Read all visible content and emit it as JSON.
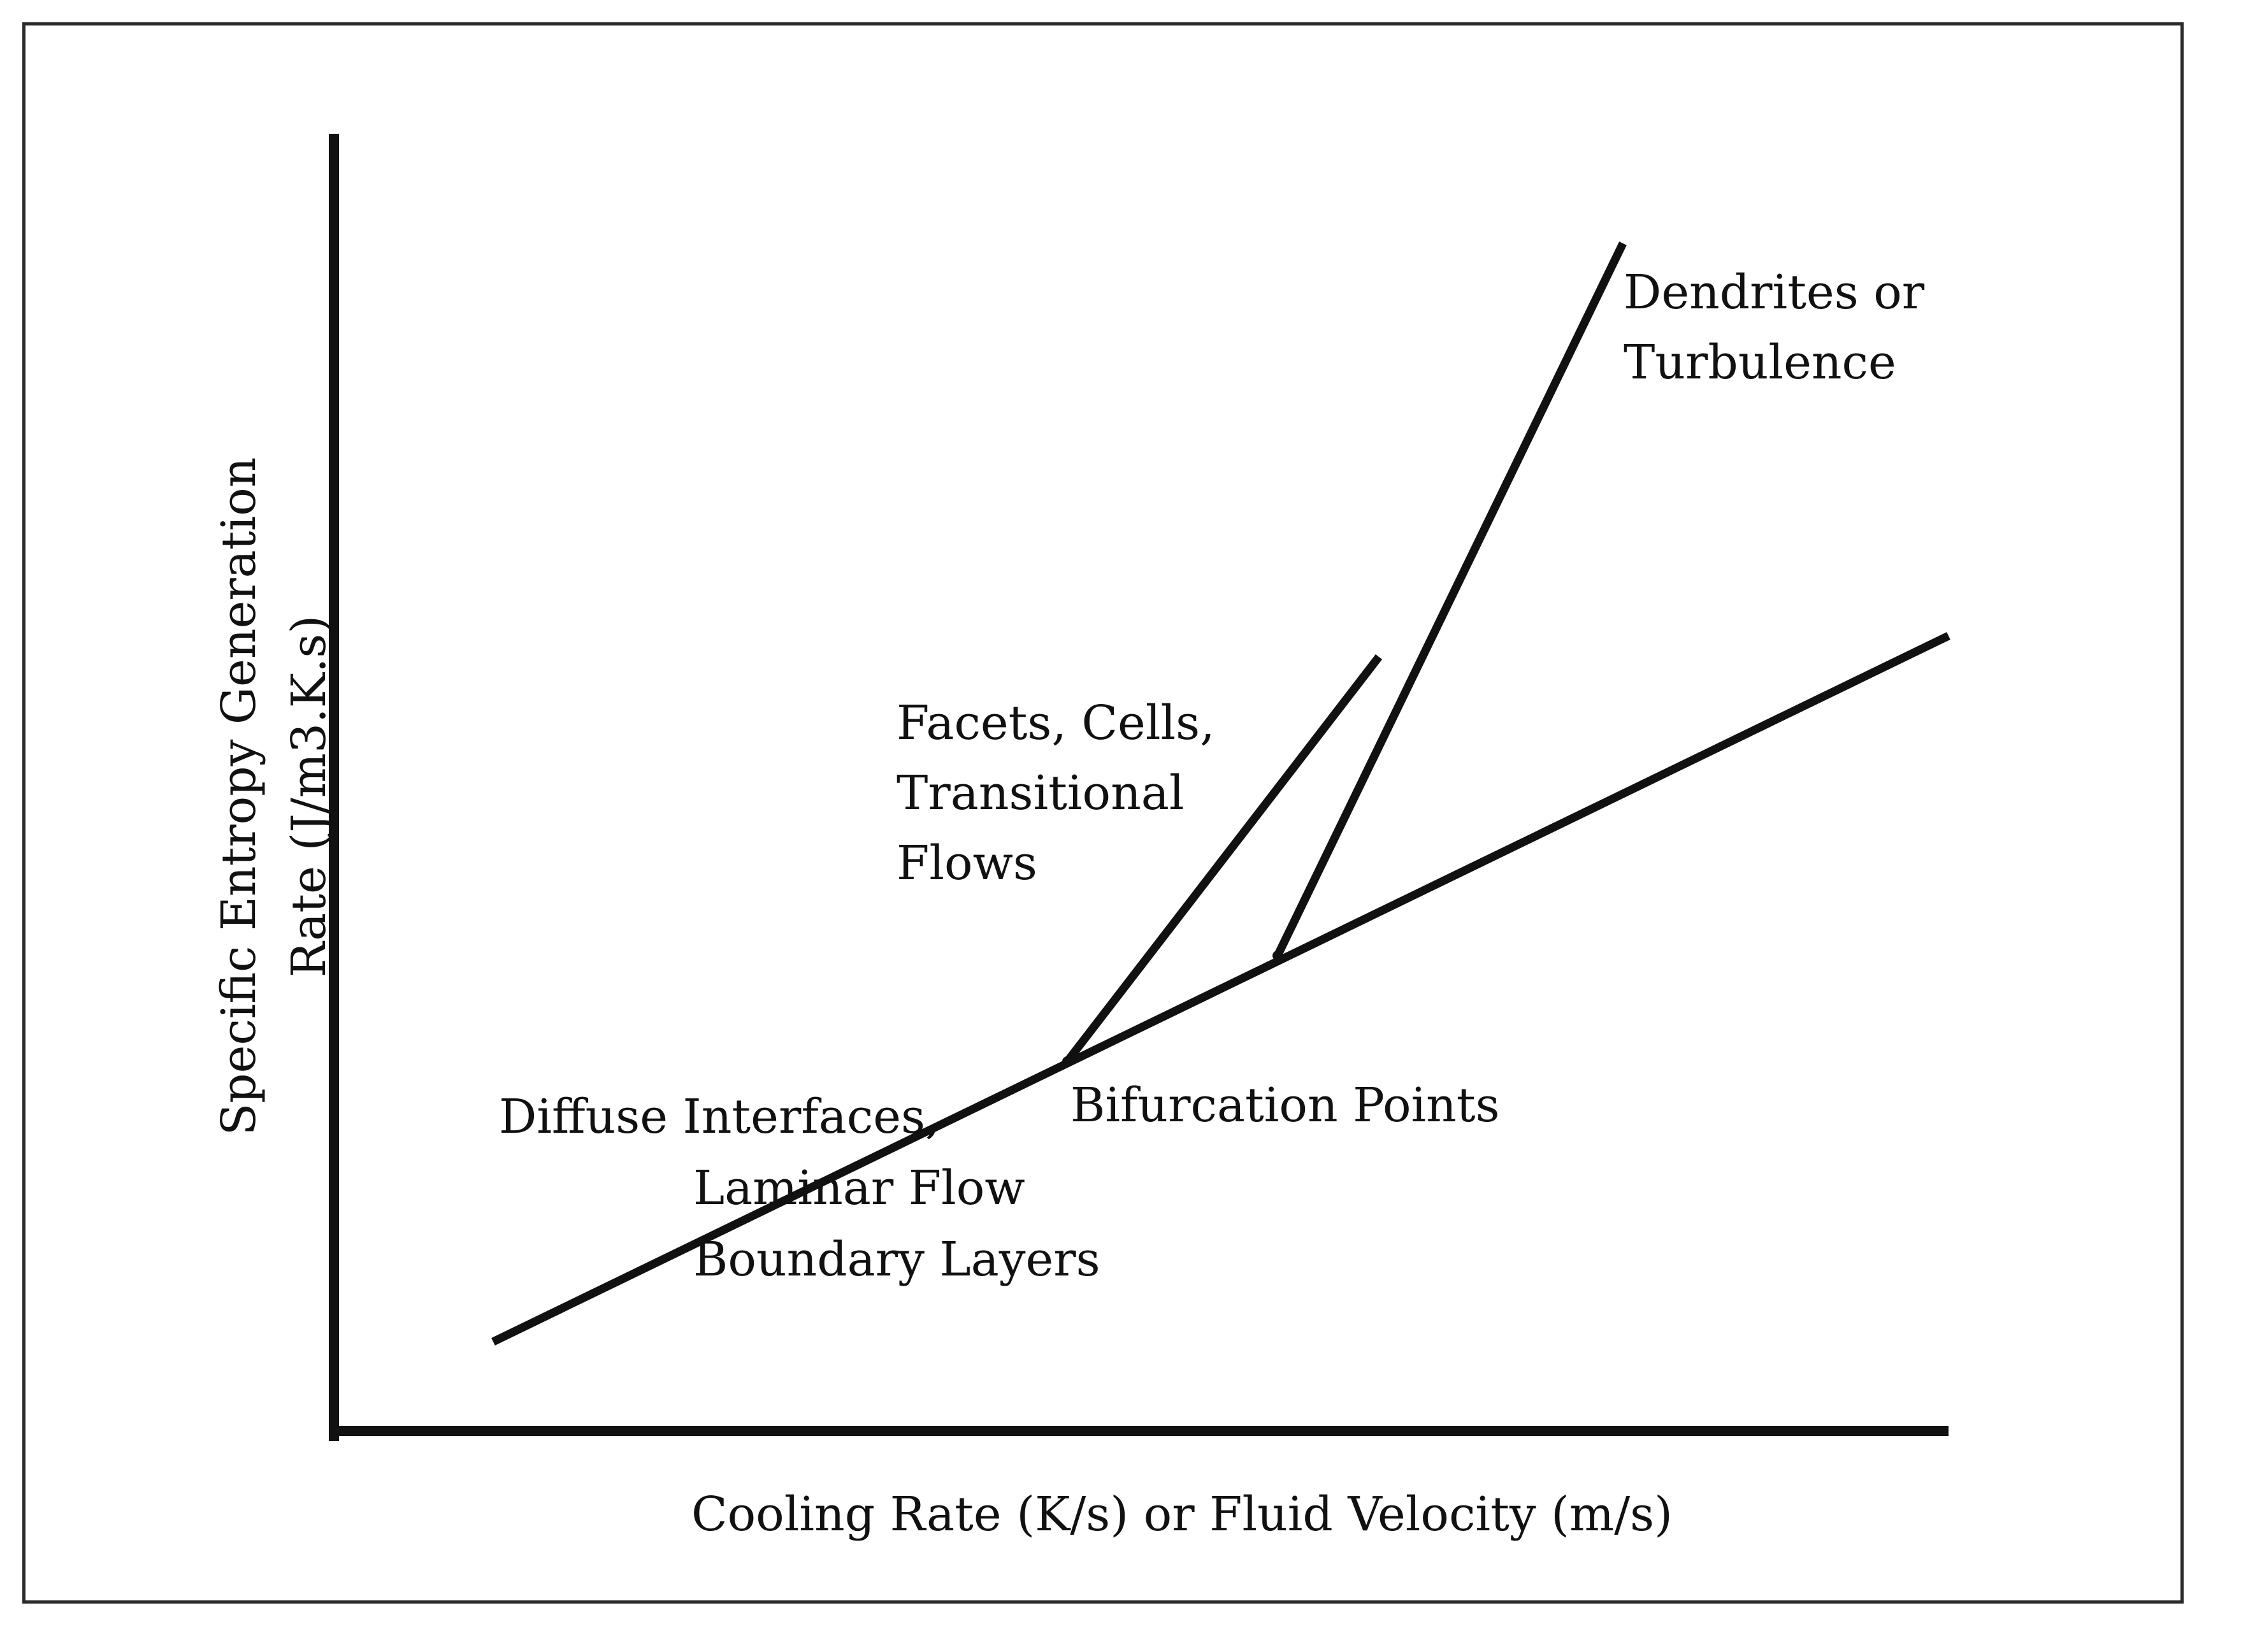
{
  "diagram": {
    "labels": {
      "dendrites_line1": "Dendrites or",
      "dendrites_line2": "Turbulence",
      "facets_line1": "Facets, Cells,",
      "facets_line2": "Transitional",
      "facets_line3": "Flows",
      "diffuse_line1": "Diffuse Interfaces,",
      "laminar_line2": "Laminar Flow",
      "boundary_line3": "Boundary Layers",
      "bifurcation": "Bifurcation Points"
    },
    "axes": {
      "x_label": "Cooling Rate (K/s) or Fluid Velocity (m/s)",
      "y_label_line1": "Specific Entropy Generation",
      "y_label_line2": "Rate (J/m3.K.s)"
    },
    "colors": {
      "line": "#111111",
      "frame": "#2a2a2a",
      "background": "#ffffff"
    }
  }
}
